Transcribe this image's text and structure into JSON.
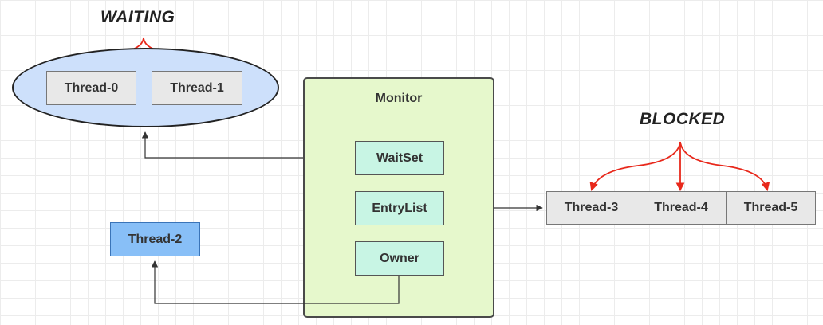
{
  "states": {
    "waiting": "WAITING",
    "blocked": "BLOCKED"
  },
  "waiting_threads": [
    "Thread-0",
    "Thread-1"
  ],
  "blocked_threads": [
    "Thread-3",
    "Thread-4",
    "Thread-5"
  ],
  "owner_thread": "Thread-2",
  "monitor": {
    "title": "Monitor",
    "wait_set": "WaitSet",
    "entry_list": "EntryList",
    "owner": "Owner"
  },
  "colors": {
    "arrow_red": "#e8281b",
    "connector": "#333333",
    "monitor_fill": "#e6f8cc",
    "monitor_item_fill": "#c8f5e4",
    "waiting_ellipse_fill": "#cde0fb",
    "thread_gray": "#e8e8e8",
    "thread_blue": "#88bff7"
  }
}
